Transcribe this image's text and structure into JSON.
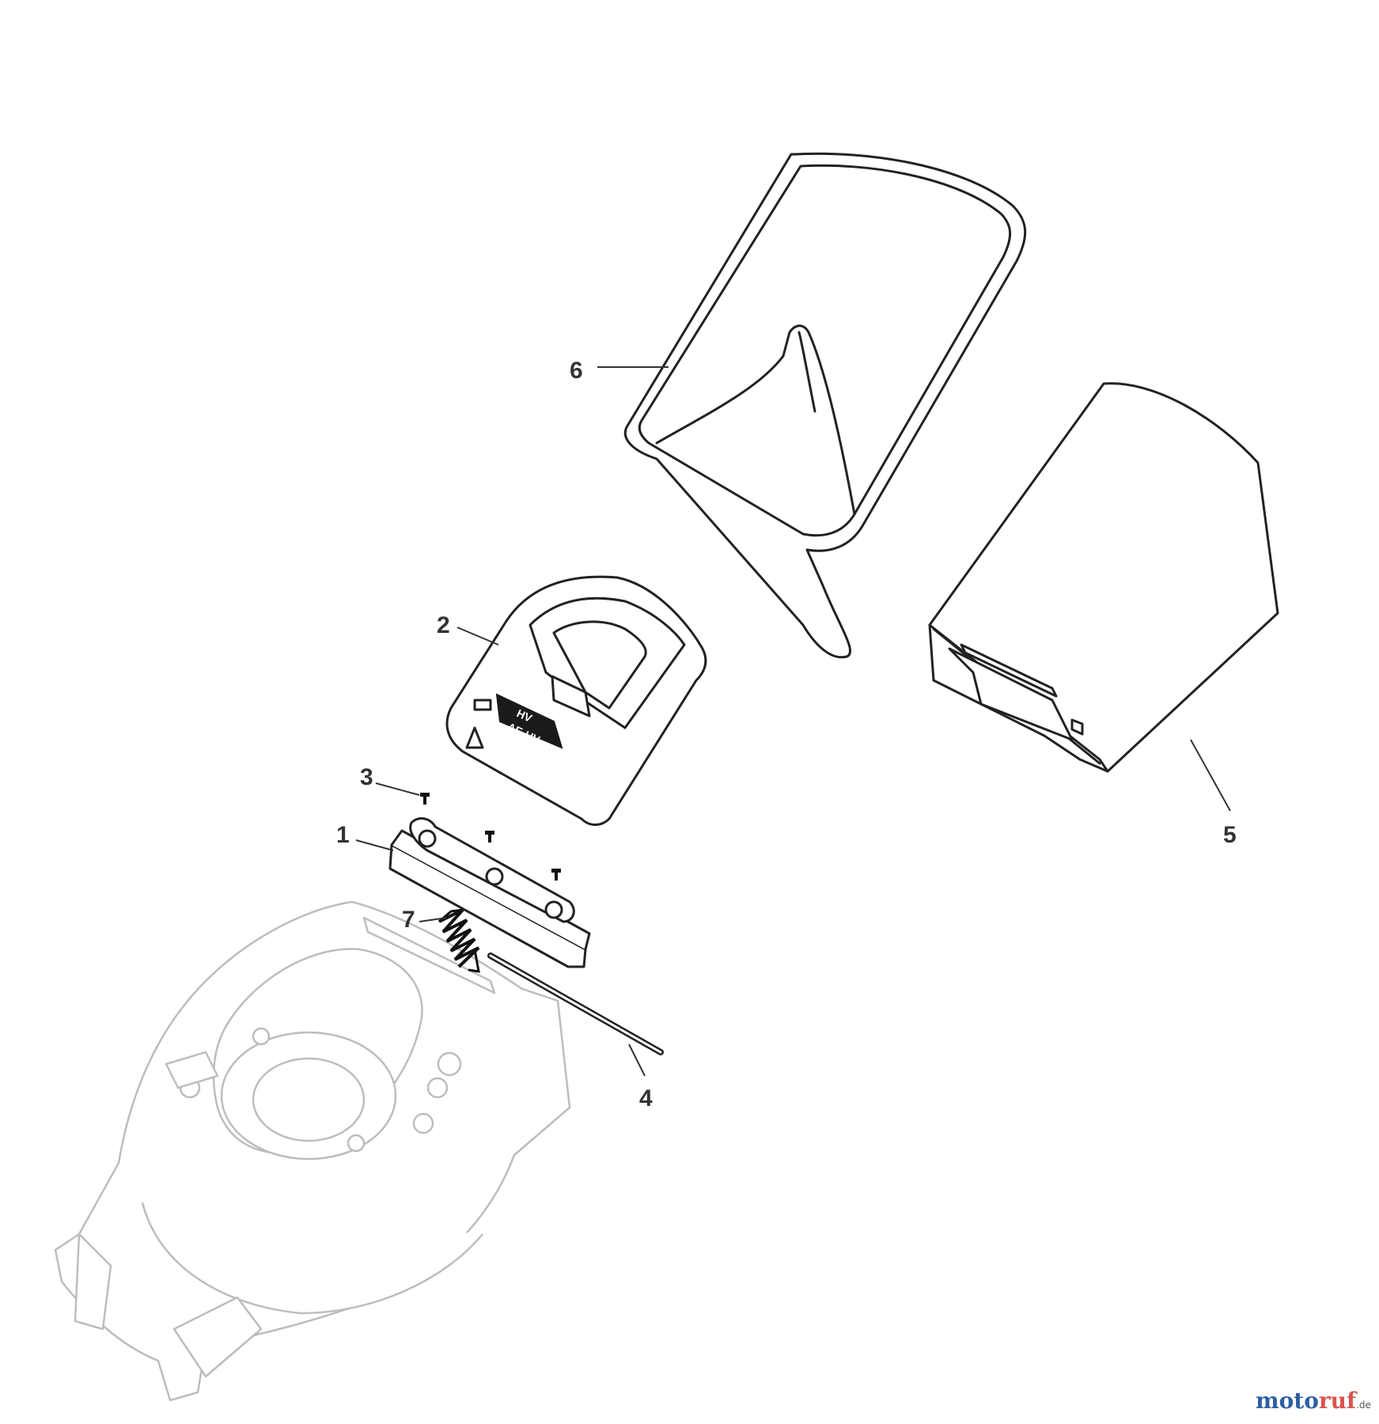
{
  "callouts": {
    "c1": "1",
    "c2": "2",
    "c3": "3",
    "c4": "4",
    "c5": "5",
    "c6": "6",
    "c7": "7"
  },
  "decal_text": {
    "line1": "HV",
    "line2": "AE-UV"
  },
  "watermark": {
    "part1": "moto",
    "part2": "ruf",
    "suffix": ".de"
  },
  "colors": {
    "line_dark": "#222222",
    "line_light": "#bdbdbd",
    "watermark_blue": "#2e5fa3",
    "watermark_red": "#d9534f"
  }
}
